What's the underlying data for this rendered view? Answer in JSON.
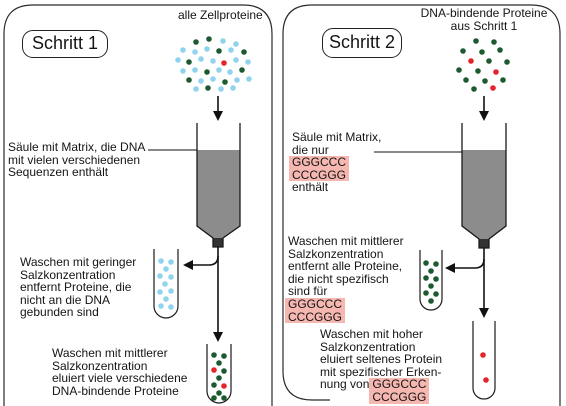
{
  "step1": {
    "title": "Schritt 1",
    "input_label": "alle Zellproteine",
    "column_label": [
      "Säule mit Matrix, die DNA",
      "mit vielen verschiedenen",
      "Sequenzen enthält"
    ],
    "low_salt_wash": [
      "Waschen mit geringer",
      "Salzkonzentration",
      "entfernt Proteine, die",
      "nicht an die DNA",
      "gebunden sind"
    ],
    "medium_salt_elution": [
      "Waschen mit mittlerer",
      "Salzkonzentration",
      "eluiert viele verschiedene",
      "DNA-bindende Proteine"
    ]
  },
  "step2": {
    "title": "Schritt 2",
    "input_label": [
      "DNA-bindende Proteine",
      "aus Schritt 1"
    ],
    "column_label": {
      "lines": [
        "Säule mit Matrix,",
        "die nur"
      ],
      "sequence": [
        "GGGCCC",
        "CCCGGG"
      ],
      "after": "enthält"
    },
    "medium_salt_wash": {
      "lines": [
        "Waschen mit mittlerer",
        "Salzkonzentration",
        "entfernt alle Proteine,",
        "die nicht spezifisch",
        "sind für"
      ],
      "sequence": [
        "GGGCCC",
        "CCCGGG"
      ]
    },
    "high_salt_elution": {
      "lines": [
        "Waschen mit hoher",
        "Salzkonzentration",
        "eluiert seltenes Protein",
        "mit spezifischer Erken-"
      ],
      "last_prefix": "nung von",
      "sequence": [
        "GGGCCC",
        "CCCGGG"
      ]
    }
  },
  "colors": {
    "dot_blue": "#8fd3ef",
    "dot_green": "#1d5a31",
    "dot_red": "#e3242b",
    "sequence_highlight": "#f5b7b0",
    "matrix_gray": "#8c8c8c"
  }
}
